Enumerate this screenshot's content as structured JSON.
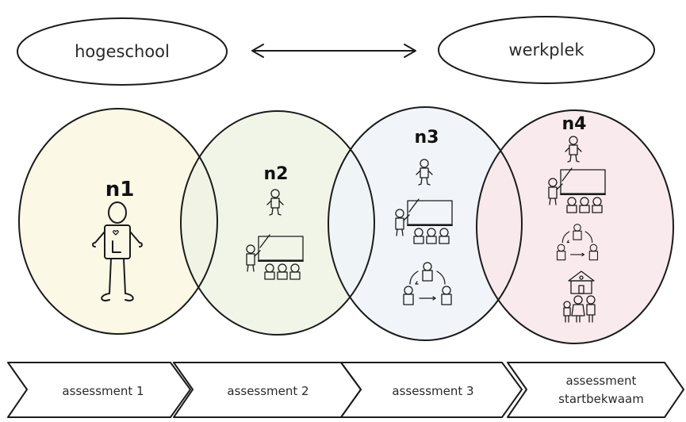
{
  "top": {
    "left_label": "hogeschool",
    "right_label": "werkplek",
    "left_color": "#e9c2c4",
    "right_color": "#c4dbe6"
  },
  "levels": [
    {
      "label": "n1",
      "color": "#fbf7e3"
    },
    {
      "label": "n2",
      "color": "#eef3e3"
    },
    {
      "label": "n3",
      "color": "#eef3f8"
    },
    {
      "label": "n4",
      "color": "#f8e6ea"
    }
  ],
  "assessments": [
    {
      "line1": "assessment 1",
      "color": "#fbf7e3"
    },
    {
      "line1": "assessment 2",
      "color": "#eef3e3"
    },
    {
      "line1": "assessment 3",
      "color": "#eef3f8"
    },
    {
      "line1": "assessment",
      "line2": "startbekwaam",
      "color": "#f8e6ea"
    }
  ],
  "icons": {
    "n1": [
      "learner-figure-icon"
    ],
    "n2": [
      "teacher-figure-icon",
      "teaching-class-icon"
    ],
    "n3": [
      "teacher-figure-icon",
      "teaching-class-icon",
      "student-group-cycle-icon"
    ],
    "n4": [
      "teacher-figure-icon",
      "teaching-class-icon",
      "student-group-cycle-icon",
      "school-building-icon",
      "family-figures-icon"
    ]
  },
  "accent_colors": {
    "shirt_blue": "#8fb9d6",
    "orange": "#e8873a",
    "green": "#5fb86a",
    "red_roof": "#b5473a",
    "pink": "#e9a0c4",
    "desk": "#c89b6a"
  }
}
